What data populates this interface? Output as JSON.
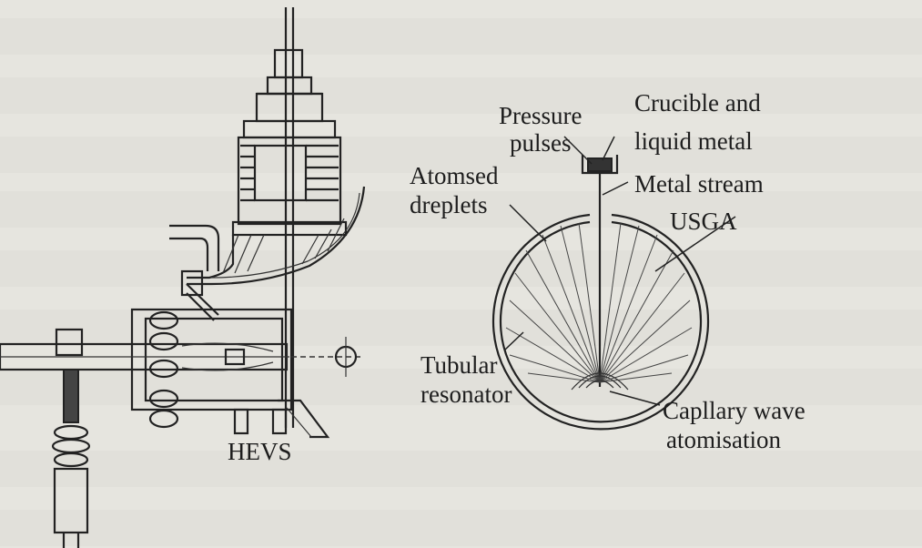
{
  "figure": {
    "left_label": "HEVS",
    "right_labels": {
      "pressure_pulses": [
        "Pressure",
        "pulses"
      ],
      "crucible": [
        "Crucible and",
        "liquid metal"
      ],
      "atomised_droplets": [
        "Atomsed",
        "dreplets"
      ],
      "metal_stream": "Metal stream",
      "usga": "USGA",
      "tubular_resonator": [
        "Tubular",
        "resonator"
      ],
      "capillary_wave": [
        "Capllary wave",
        "atomisation"
      ]
    }
  },
  "colors": {
    "background": "#e6e5df",
    "ink": "#222222"
  }
}
